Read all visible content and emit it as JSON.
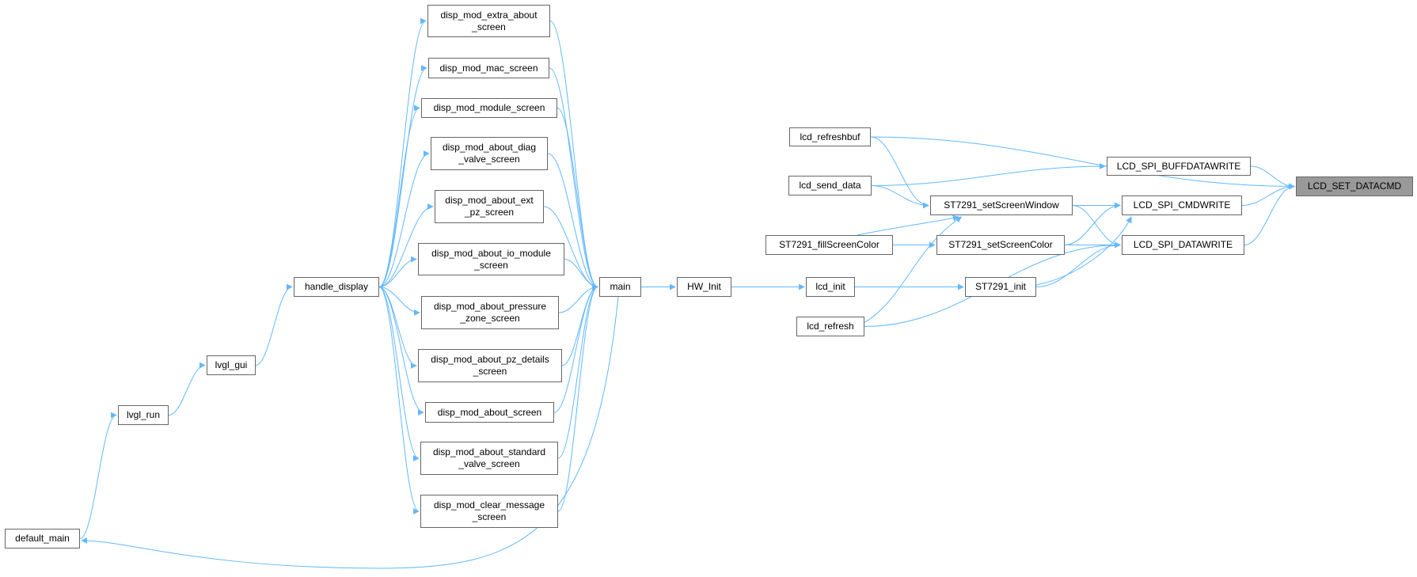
{
  "graph": {
    "edge_color": "#63b8ff",
    "focus_fill": "#999999",
    "node_border": "#666666",
    "nodes": [
      {
        "id": "target",
        "lines": [
          "LCD_SET_DATACMD"
        ],
        "focus": true
      },
      {
        "id": "lcd_refreshbuf",
        "lines": [
          "lcd_refreshbuf"
        ]
      },
      {
        "id": "buffdatawrite",
        "lines": [
          "LCD_SPI_BUFFDATAWRITE"
        ]
      },
      {
        "id": "cmdwrite",
        "lines": [
          "LCD_SPI_CMDWRITE"
        ]
      },
      {
        "id": "datawrite",
        "lines": [
          "LCD_SPI_DATAWRITE"
        ]
      },
      {
        "id": "send_data",
        "lines": [
          "lcd_send_data"
        ]
      },
      {
        "id": "setwin",
        "lines": [
          "ST7291_setScreenWindow"
        ]
      },
      {
        "id": "fillcolor",
        "lines": [
          "ST7291_fillScreenColor"
        ]
      },
      {
        "id": "setcolor",
        "lines": [
          "ST7291_setScreenColor"
        ]
      },
      {
        "id": "st_init",
        "lines": [
          "ST7291_init"
        ]
      },
      {
        "id": "lcd_init",
        "lines": [
          "lcd_init"
        ]
      },
      {
        "id": "lcd_refresh",
        "lines": [
          "lcd_refresh"
        ]
      },
      {
        "id": "hw_init",
        "lines": [
          "HW_Init"
        ]
      },
      {
        "id": "main",
        "lines": [
          "main"
        ]
      },
      {
        "id": "m1",
        "lines": [
          "disp_mod_extra_about",
          "_screen"
        ]
      },
      {
        "id": "m2",
        "lines": [
          "disp_mod_mac_screen"
        ]
      },
      {
        "id": "m3",
        "lines": [
          "disp_mod_module_screen"
        ]
      },
      {
        "id": "m4",
        "lines": [
          "disp_mod_about_diag",
          "_valve_screen"
        ]
      },
      {
        "id": "m5",
        "lines": [
          "disp_mod_about_ext",
          "_pz_screen"
        ]
      },
      {
        "id": "m6",
        "lines": [
          "disp_mod_about_io_module",
          "_screen"
        ]
      },
      {
        "id": "m7",
        "lines": [
          "disp_mod_about_pressure",
          "_zone_screen"
        ]
      },
      {
        "id": "m8",
        "lines": [
          "disp_mod_about_pz_details",
          "_screen"
        ]
      },
      {
        "id": "m9",
        "lines": [
          "disp_mod_about_screen"
        ]
      },
      {
        "id": "m10",
        "lines": [
          "disp_mod_about_standard",
          "_valve_screen"
        ]
      },
      {
        "id": "m11",
        "lines": [
          "disp_mod_clear_message",
          "_screen"
        ]
      },
      {
        "id": "handle",
        "lines": [
          "handle_display"
        ]
      },
      {
        "id": "lvgl_gui",
        "lines": [
          "lvgl_gui"
        ]
      },
      {
        "id": "lvgl_run",
        "lines": [
          "lvgl_run"
        ]
      },
      {
        "id": "default_main",
        "lines": [
          "default_main"
        ]
      }
    ],
    "edges": [
      {
        "from": "lcd_refreshbuf",
        "to": "target"
      },
      {
        "from": "buffdatawrite",
        "to": "target"
      },
      {
        "from": "cmdwrite",
        "to": "target"
      },
      {
        "from": "datawrite",
        "to": "target"
      },
      {
        "from": "lcd_refreshbuf",
        "to": "setwin"
      },
      {
        "from": "send_data",
        "to": "buffdatawrite"
      },
      {
        "from": "send_data",
        "to": "setwin"
      },
      {
        "from": "setwin",
        "to": "cmdwrite"
      },
      {
        "from": "setwin",
        "to": "datawrite"
      },
      {
        "from": "fillcolor",
        "to": "setwin"
      },
      {
        "from": "fillcolor",
        "to": "setcolor"
      },
      {
        "from": "setcolor",
        "to": "cmdwrite"
      },
      {
        "from": "setcolor",
        "to": "datawrite"
      },
      {
        "from": "st_init",
        "to": "cmdwrite"
      },
      {
        "from": "st_init",
        "to": "datawrite"
      },
      {
        "from": "lcd_init",
        "to": "st_init"
      },
      {
        "from": "lcd_refresh",
        "to": "setwin"
      },
      {
        "from": "lcd_refresh",
        "to": "datawrite"
      },
      {
        "from": "hw_init",
        "to": "lcd_init"
      },
      {
        "from": "main",
        "to": "hw_init"
      },
      {
        "from": "m1",
        "to": "main"
      },
      {
        "from": "m2",
        "to": "main"
      },
      {
        "from": "m3",
        "to": "main"
      },
      {
        "from": "m4",
        "to": "main"
      },
      {
        "from": "m5",
        "to": "main"
      },
      {
        "from": "m6",
        "to": "main"
      },
      {
        "from": "m7",
        "to": "main"
      },
      {
        "from": "m8",
        "to": "main"
      },
      {
        "from": "m9",
        "to": "main"
      },
      {
        "from": "m10",
        "to": "main"
      },
      {
        "from": "m11",
        "to": "main"
      },
      {
        "from": "handle",
        "to": "m1"
      },
      {
        "from": "handle",
        "to": "m2"
      },
      {
        "from": "handle",
        "to": "m3"
      },
      {
        "from": "handle",
        "to": "m4"
      },
      {
        "from": "handle",
        "to": "m5"
      },
      {
        "from": "handle",
        "to": "m6"
      },
      {
        "from": "handle",
        "to": "m7"
      },
      {
        "from": "handle",
        "to": "m8"
      },
      {
        "from": "handle",
        "to": "m9"
      },
      {
        "from": "handle",
        "to": "m10"
      },
      {
        "from": "handle",
        "to": "m11"
      },
      {
        "from": "lvgl_gui",
        "to": "handle"
      },
      {
        "from": "lvgl_run",
        "to": "lvgl_gui"
      },
      {
        "from": "default_main",
        "to": "lvgl_run"
      },
      {
        "from": "main",
        "to": "default_main"
      }
    ]
  }
}
